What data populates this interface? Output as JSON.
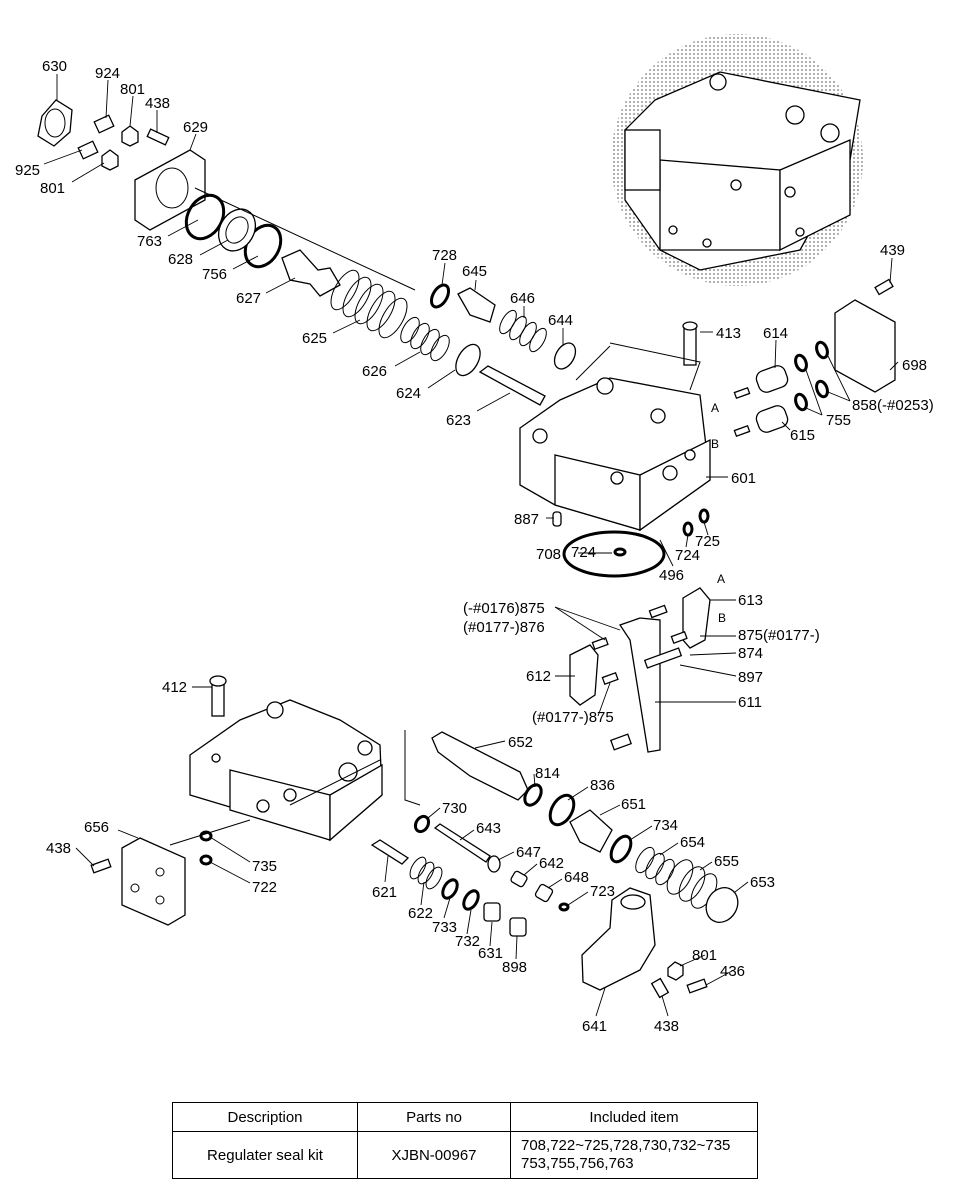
{
  "callouts": [
    "630",
    "924",
    "801",
    "438",
    "629",
    "925",
    "801",
    "763",
    "628",
    "756",
    "627",
    "728",
    "645",
    "646",
    "644",
    "625",
    "626",
    "624",
    "623",
    "413",
    "614",
    "439",
    "698",
    "858(-#0253)",
    "755",
    "615",
    "601",
    "887",
    "708",
    "724",
    "724",
    "725",
    "496",
    "613",
    "(-#0176)875",
    "(#0177-)876",
    "875(#0177-)",
    "874",
    "897",
    "612",
    "611",
    "(#0177-)875",
    "412",
    "652",
    "814",
    "836",
    "651",
    "730",
    "643",
    "734",
    "654",
    "656",
    "655",
    "438",
    "735",
    "647",
    "642",
    "648",
    "653",
    "722",
    "621",
    "723",
    "622",
    "733",
    "732",
    "631",
    "898",
    "801",
    "436",
    "641",
    "438"
  ],
  "port_labels": [
    "A",
    "B",
    "A",
    "B"
  ],
  "table": {
    "headers": [
      "Description",
      "Parts no",
      "Included item"
    ],
    "rows": [
      {
        "description": "Regulater seal kit",
        "parts_no": "XJBN-00967",
        "items_line1": "708,722~725,728,730,732~735",
        "items_line2": "753,755,756,763"
      }
    ]
  }
}
